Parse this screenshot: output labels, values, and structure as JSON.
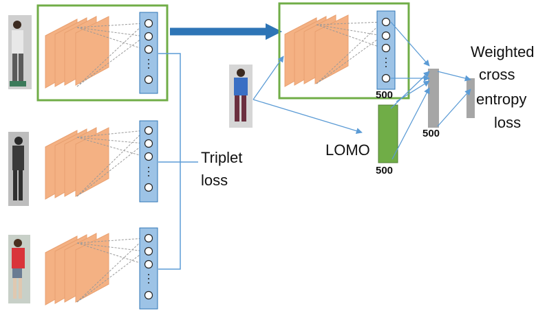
{
  "labels": {
    "triplet_line1": "Triplet",
    "triplet_line2": "loss",
    "lomo": "LOMO",
    "weighted_line1": "Weighted",
    "weighted_line2": "cross",
    "weighted_line3": "entropy",
    "weighted_line4": "loss",
    "dim_fc": "500",
    "dim_lomo": "500",
    "dim_fused": "500"
  },
  "colors": {
    "feature_map": "#f4b183",
    "feature_map_edge": "#e8a070",
    "fc_layer": "#9dc3e6",
    "fc_layer_edge": "#2e75b6",
    "lomo_block": "#70ad47",
    "fused_block": "#a6a6a6",
    "highlight_frame": "#70ad47",
    "connector": "#5b9bd5",
    "transfer_arrow": "#2e75b6"
  },
  "icons": {
    "person_images": [
      "pedestrian-photo-icon",
      "pedestrian-photo-icon",
      "pedestrian-photo-icon",
      "pedestrian-photo-icon"
    ]
  }
}
